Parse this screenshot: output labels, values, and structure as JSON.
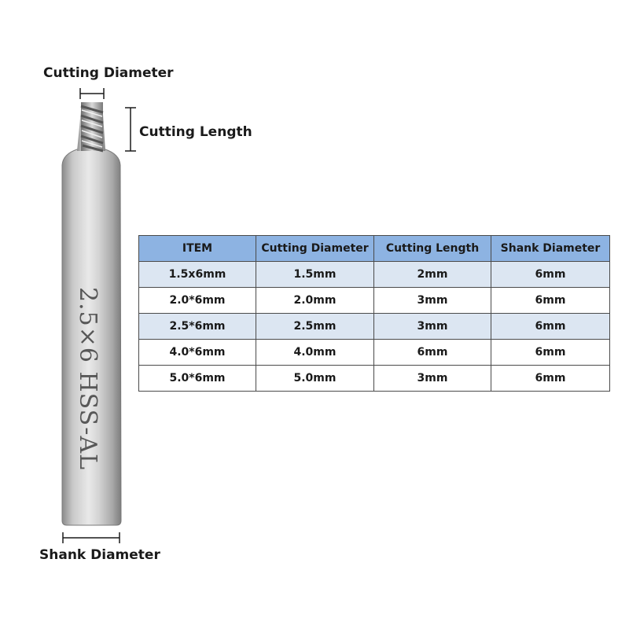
{
  "labels": {
    "cutting_diameter": "Cutting Diameter",
    "cutting_length": "Cutting Length",
    "shank_diameter": "Shank Diameter"
  },
  "tool_marking": "2.5×6 HSS-AL",
  "table": {
    "headers": [
      "ITEM",
      "Cutting Diameter",
      "Cutting Length",
      "Shank Diameter"
    ],
    "rows": [
      [
        "1.5x6mm",
        "1.5mm",
        "2mm",
        "6mm"
      ],
      [
        "2.0*6mm",
        "2.0mm",
        "3mm",
        "6mm"
      ],
      [
        "2.5*6mm",
        "2.5mm",
        "3mm",
        "6mm"
      ],
      [
        "4.0*6mm",
        "4.0mm",
        "6mm",
        "6mm"
      ],
      [
        "5.0*6mm",
        "5.0mm",
        "3mm",
        "6mm"
      ]
    ]
  },
  "colors": {
    "header_bg": "#8db3e2",
    "shaded_row_bg": "#dce6f2",
    "border": "#4a4a4a"
  }
}
